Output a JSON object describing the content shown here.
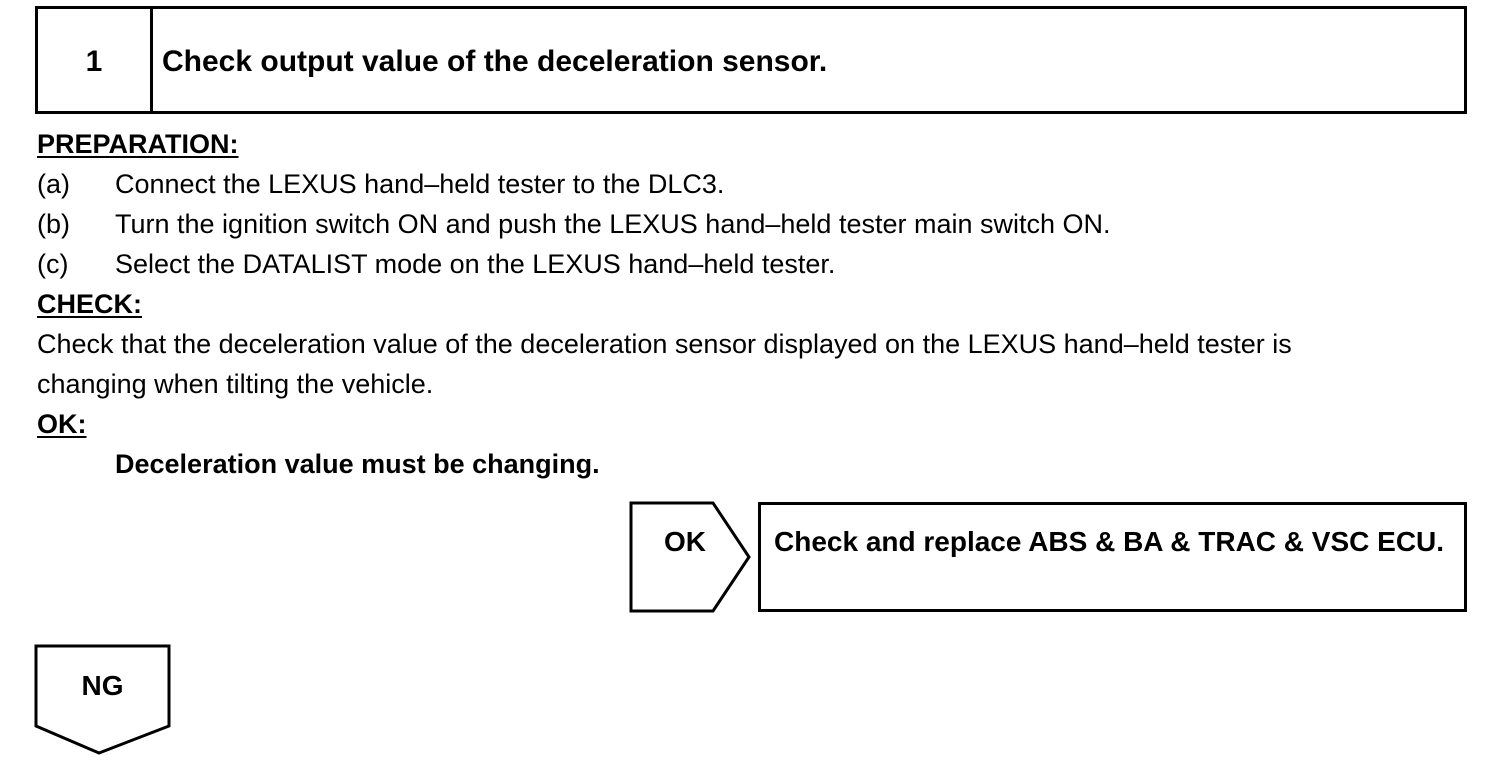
{
  "step": {
    "number": "1",
    "title": "Check output value of the deceleration sensor."
  },
  "preparation": {
    "heading": "PREPARATION:",
    "items": [
      {
        "tag": "(a)",
        "text": "Connect the LEXUS hand–held tester to the DLC3."
      },
      {
        "tag": "(b)",
        "text": "Turn the ignition switch ON and push the LEXUS hand–held tester main switch ON."
      },
      {
        "tag": "(c)",
        "text": "Select the DATALIST mode on the LEXUS hand–held tester."
      }
    ]
  },
  "check": {
    "heading": "CHECK:",
    "lines": [
      "Check that the deceleration value of the deceleration sensor displayed on the LEXUS hand–held tester is",
      "changing when tilting the vehicle."
    ]
  },
  "ok": {
    "heading": "OK:",
    "spec": "Deceleration value must be changing."
  },
  "flow": {
    "ok_label": "OK",
    "ok_result": "Check and replace ABS & BA & TRAC & VSC ECU.",
    "ng_label": "NG"
  }
}
